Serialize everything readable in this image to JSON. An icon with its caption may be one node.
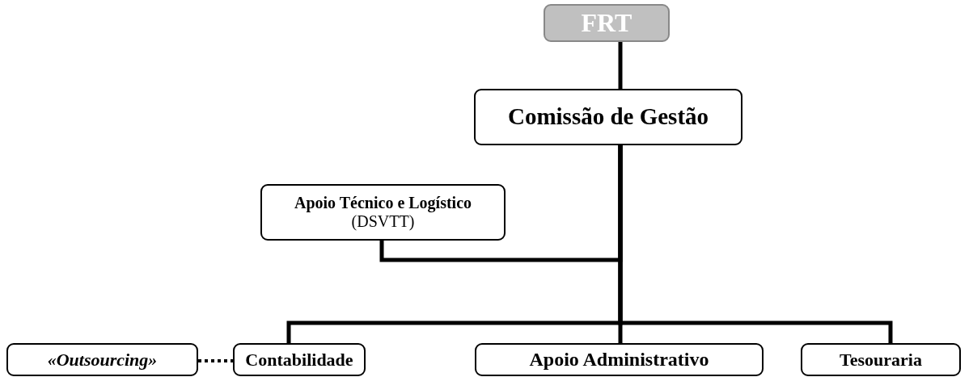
{
  "diagram": {
    "nodes": [
      {
        "text": [
          "FRT"
        ]
      },
      {
        "text": [
          "Comissão de Gestão"
        ]
      },
      {
        "text": [
          "**Apoio Técnico e Logístico** (DSVTT)"
        ]
      },
      {
        "text": [
          "«Outsourcing»"
        ]
      },
      {
        "text": [
          "Contabilidade"
        ]
      },
      {
        "text": [
          "Apoio Administrativo"
        ]
      },
      {
        "text": [
          "Tesouraria"
        ]
      }
    ],
    "edges": [
      {
        "from": 0,
        "to": 1,
        "arrow": "none"
      },
      {
        "from": 1,
        "to": 2,
        "arrow": "none"
      },
      {
        "from": 1,
        "to": 4,
        "arrow": "none"
      },
      {
        "from": 1,
        "to": 5,
        "arrow": "none"
      },
      {
        "from": 1,
        "to": 6,
        "arrow": "none"
      },
      {
        "from": 3,
        "to": 4,
        "arrow": "none",
        "style": "dashed"
      }
    ]
  }
}
